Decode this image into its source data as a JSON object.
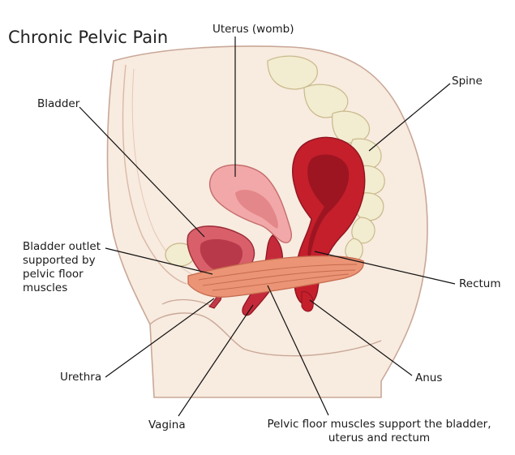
{
  "title": "Chronic Pelvic Pain",
  "labels": {
    "uterus": "Uterus (womb)",
    "spine": "Spine",
    "bladder": "Bladder",
    "outlet_1": "Bladder outlet",
    "outlet_2": "supported by",
    "outlet_3": "pelvic floor",
    "outlet_4": "muscles",
    "rectum": "Rectum",
    "urethra": "Urethra",
    "anus": "Anus",
    "vagina": "Vagina",
    "pelvic_1": "Pelvic floor muscles support the bladder,",
    "pelvic_2": "uterus and rectum"
  },
  "colors": {
    "skin": "#f8ebdf",
    "skin_outline": "#c9a898",
    "bone": "#f2ecd0",
    "uterus": "#f2a8a8",
    "bladder": "#d9606a",
    "rectum": "#c51f2c",
    "muscle": "#eb9476"
  }
}
